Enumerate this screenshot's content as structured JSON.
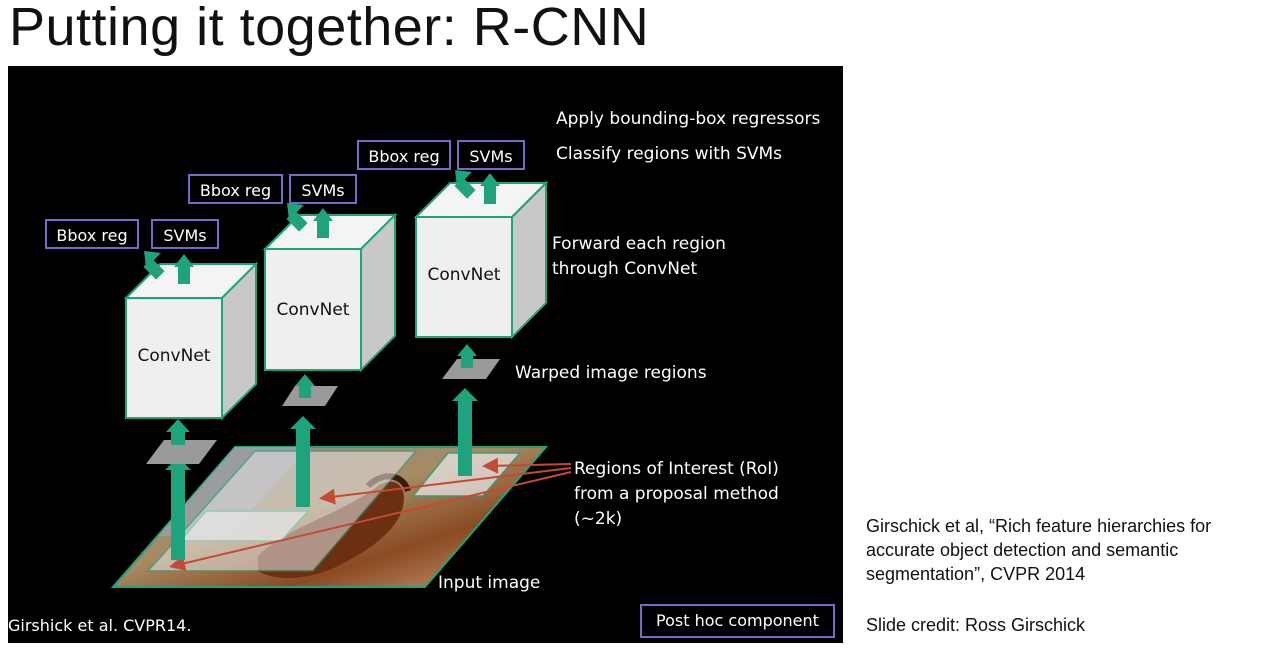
{
  "slide": {
    "title": "Putting it together: R-CNN",
    "citation": "Girschick et al, “Rich feature hierarchies for accurate object detection and semantic segmentation”, CVPR 2014",
    "credit": "Slide credit: Ross Girschick"
  },
  "figure": {
    "step_bbox": "Apply bounding-box regressors",
    "step_svm": "Classify regions with SVMs",
    "step_forward_1": "Forward each region",
    "step_forward_2": "through ConvNet",
    "step_warp": "Warped image regions",
    "step_roi_1": "Regions of Interest (RoI)",
    "step_roi_2": "from a proposal method",
    "step_roi_3": "(~2k)",
    "input_label": "Input image",
    "convnet_label": "ConvNet",
    "bbox_label": "Bbox reg",
    "svm_label": "SVMs",
    "footer_left": "Girshick et al. CVPR14.",
    "posthoc_label": "Post hoc component",
    "colors": {
      "arrow": "#1fa37c",
      "box_border": "#7a68c8",
      "roi_arrow": "#c44a36",
      "background": "#000000"
    }
  }
}
